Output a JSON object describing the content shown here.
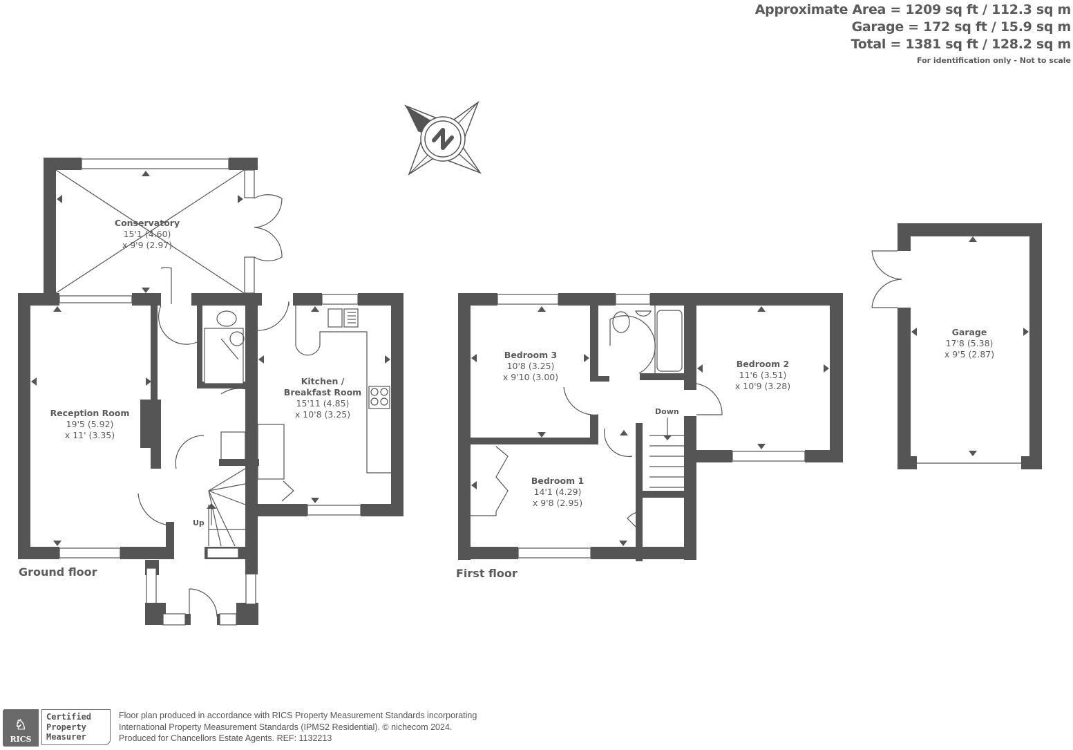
{
  "areas": {
    "approximate": "Approximate Area = 1209 sq ft / 112.3 sq m",
    "garage": "Garage = 172 sq ft / 15.9 sq m",
    "total": "Total = 1381 sq ft / 128.2 sq m",
    "note": "For identification only - Not to scale"
  },
  "compass": {
    "icon": "north-compass-icon",
    "letter": "N"
  },
  "floors": {
    "ground": {
      "label": "Ground floor",
      "stair_label": "Up",
      "rooms": [
        {
          "name": "Conservatory",
          "dim1": "15'1 (4.60)",
          "dim2": "x 9'9 (2.97)"
        },
        {
          "name": "Reception Room",
          "dim1": "19'5 (5.92)",
          "dim2": "x 11' (3.35)"
        },
        {
          "name": "Kitchen /",
          "name2": "Breakfast Room",
          "dim1": "15'11 (4.85)",
          "dim2": "x 10'8 (3.25)"
        }
      ]
    },
    "first": {
      "label": "First floor",
      "stair_label": "Down",
      "rooms": [
        {
          "name": "Bedroom 3",
          "dim1": "10'8 (3.25)",
          "dim2": "x 9'10 (3.00)"
        },
        {
          "name": "Bedroom 2",
          "dim1": "11'6 (3.51)",
          "dim2": "x 10'9 (3.28)"
        },
        {
          "name": "Bedroom 1",
          "dim1": "14'1 (4.29)",
          "dim2": "x 9'8 (2.95)"
        }
      ]
    },
    "garage": {
      "rooms": [
        {
          "name": "Garage",
          "dim1": "17'8 (5.38)",
          "dim2": "x 9'5 (2.87)"
        }
      ]
    }
  },
  "footer": {
    "rics_logo_text": "RICS",
    "cert_line1": "Certified",
    "cert_line2": "Property",
    "cert_line3": "Measurer",
    "line1": "Floor plan produced in accordance with RICS Property Measurement Standards incorporating",
    "line2": "International Property Measurement Standards (IPMS2 Residential).   © nichecom 2024.",
    "line3": "Produced for Chancellors Estate Agents.   REF: 1132213"
  },
  "colors": {
    "wall": "#555555",
    "text": "#5a5a5a",
    "background": "#ffffff"
  }
}
